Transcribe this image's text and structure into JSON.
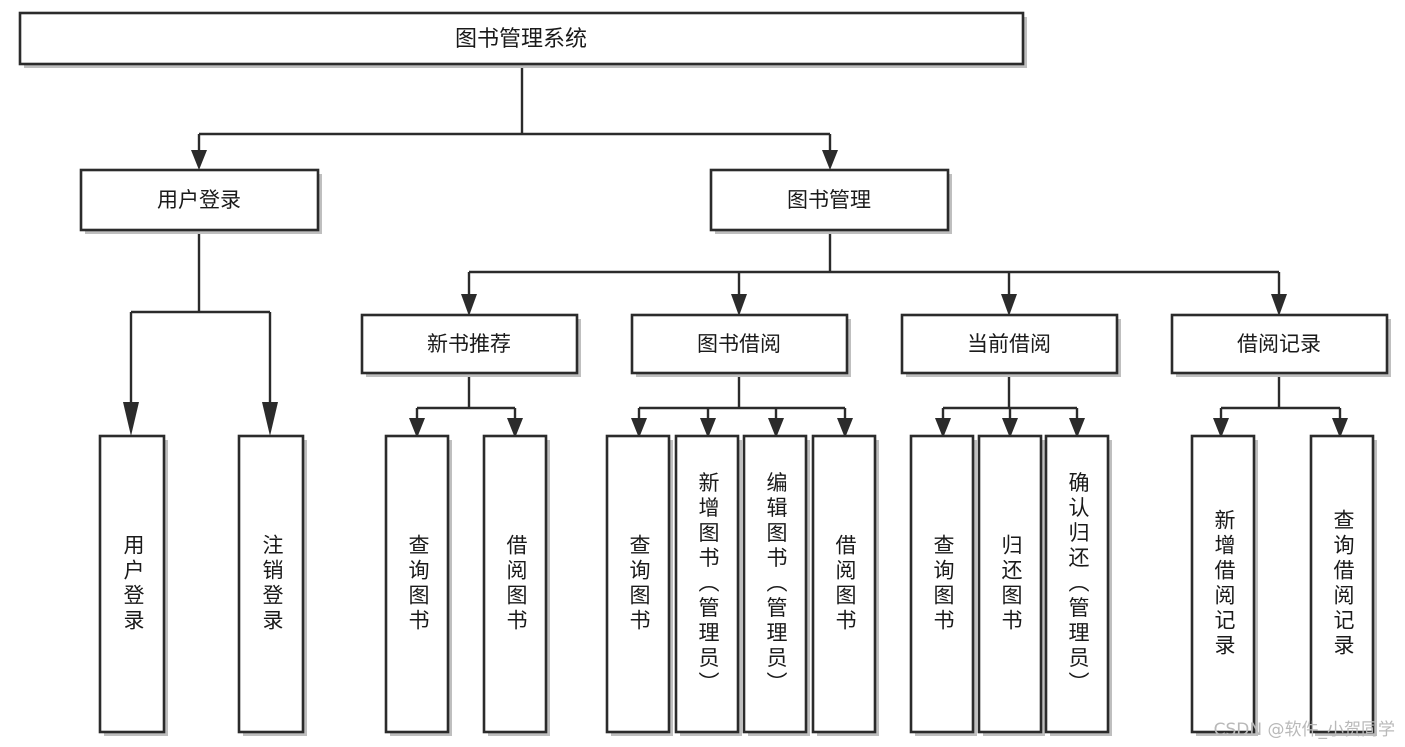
{
  "diagram": {
    "type": "tree-hierarchy-chart",
    "title": "图书管理系统",
    "orientation": "top-down",
    "colors": {
      "box_stroke": "#2b2b2b",
      "box_fill": "#ffffff",
      "edge": "#2b2b2b",
      "text": "#1a1a1a",
      "watermark": "#b9b9b9",
      "background": "#ffffff"
    },
    "levels": {
      "root": {
        "label": "图书管理系统"
      },
      "level2": [
        {
          "id": "user-login",
          "label": "用户登录"
        },
        {
          "id": "book-management",
          "label": "图书管理"
        }
      ],
      "level3": [
        {
          "id": "new-book-recommend",
          "label": "新书推荐",
          "parent": "book-management"
        },
        {
          "id": "book-borrow",
          "label": "图书借阅",
          "parent": "book-management"
        },
        {
          "id": "current-borrow",
          "label": "当前借阅",
          "parent": "book-management"
        },
        {
          "id": "borrow-record",
          "label": "借阅记录",
          "parent": "book-management"
        }
      ],
      "leaves": {
        "user-login": [
          {
            "id": "leaf-user-login",
            "label": "用户登录"
          },
          {
            "id": "leaf-user-logout",
            "label": "注销登录"
          }
        ],
        "new-book-recommend": [
          {
            "id": "leaf-query-book-1",
            "label": "查询图书"
          },
          {
            "id": "leaf-borrow-book-1",
            "label": "借阅图书"
          }
        ],
        "book-borrow": [
          {
            "id": "leaf-query-book-2",
            "label": "查询图书"
          },
          {
            "id": "leaf-add-book",
            "label": "新增图书（管理员）"
          },
          {
            "id": "leaf-edit-book",
            "label": "编辑图书（管理员）"
          },
          {
            "id": "leaf-borrow-book-2",
            "label": "借阅图书"
          }
        ],
        "current-borrow": [
          {
            "id": "leaf-query-book-3",
            "label": "查询图书"
          },
          {
            "id": "leaf-return-book",
            "label": "归还图书"
          },
          {
            "id": "leaf-confirm-return",
            "label": "确认归还（管理员）"
          }
        ],
        "borrow-record": [
          {
            "id": "leaf-add-record",
            "label": "新增借阅记录"
          },
          {
            "id": "leaf-query-record",
            "label": "查询借阅记录"
          }
        ]
      }
    },
    "watermark": "CSDN @软件_小贺同学"
  }
}
